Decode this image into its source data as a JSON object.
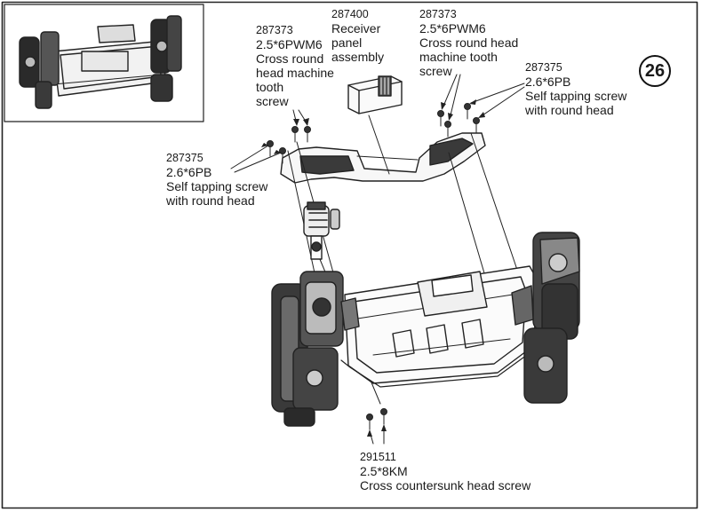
{
  "step_number": "26",
  "callouts": {
    "receiver_panel": {
      "part_number": "287400",
      "description_lines": [
        "Receiver",
        "panel",
        "assembly"
      ]
    },
    "machine_screw_left": {
      "part_number": "287373",
      "size": "2.5*6PWM6",
      "description_lines": [
        "Cross round",
        "head machine",
        "tooth",
        "screw"
      ]
    },
    "machine_screw_right": {
      "part_number": "287373",
      "size": "2.5*6PWM6",
      "description_lines": [
        "Cross round head",
        "machine tooth",
        "screw"
      ]
    },
    "tapping_screw_right": {
      "part_number": "287375",
      "size": "2.6*6PB",
      "description_lines": [
        "Self tapping screw",
        "with round head"
      ]
    },
    "tapping_screw_left": {
      "part_number": "287375",
      "size": "2.6*6PB",
      "description_lines": [
        "Self tapping screw",
        "with round head"
      ]
    },
    "countersunk_screw": {
      "part_number": "291511",
      "size": "2.5*8KM",
      "description_lines": [
        "Cross countersunk head screw"
      ]
    }
  }
}
